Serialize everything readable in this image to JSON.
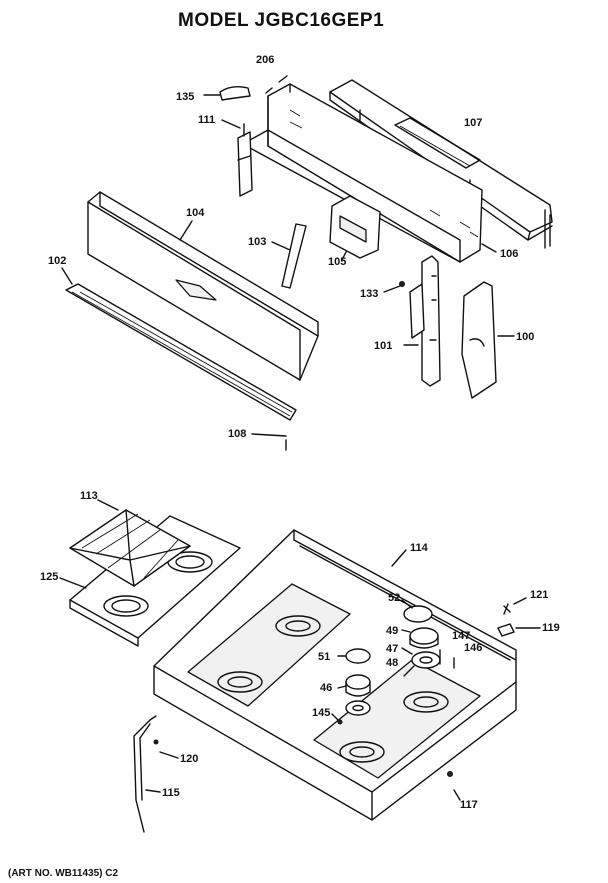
{
  "title": "MODEL JGBC16GEP1",
  "art_number": "(ART NO. WB11435) C2",
  "part_labels": {
    "p206": "206",
    "p135": "135",
    "p107": "107",
    "p111": "111",
    "p104": "104",
    "p103": "103",
    "p105": "105",
    "p106": "106",
    "p102": "102",
    "p133": "133",
    "p101": "101",
    "p100": "100",
    "p108": "108",
    "p113": "113",
    "p114": "114",
    "p125": "125",
    "p121": "121",
    "p52": "52",
    "p49": "49",
    "p147": "147",
    "p119": "119",
    "p146": "146",
    "p51": "51",
    "p48": "48",
    "p47": "47",
    "p46": "46",
    "p145": "145",
    "p120": "120",
    "p115": "115",
    "p117": "117"
  }
}
